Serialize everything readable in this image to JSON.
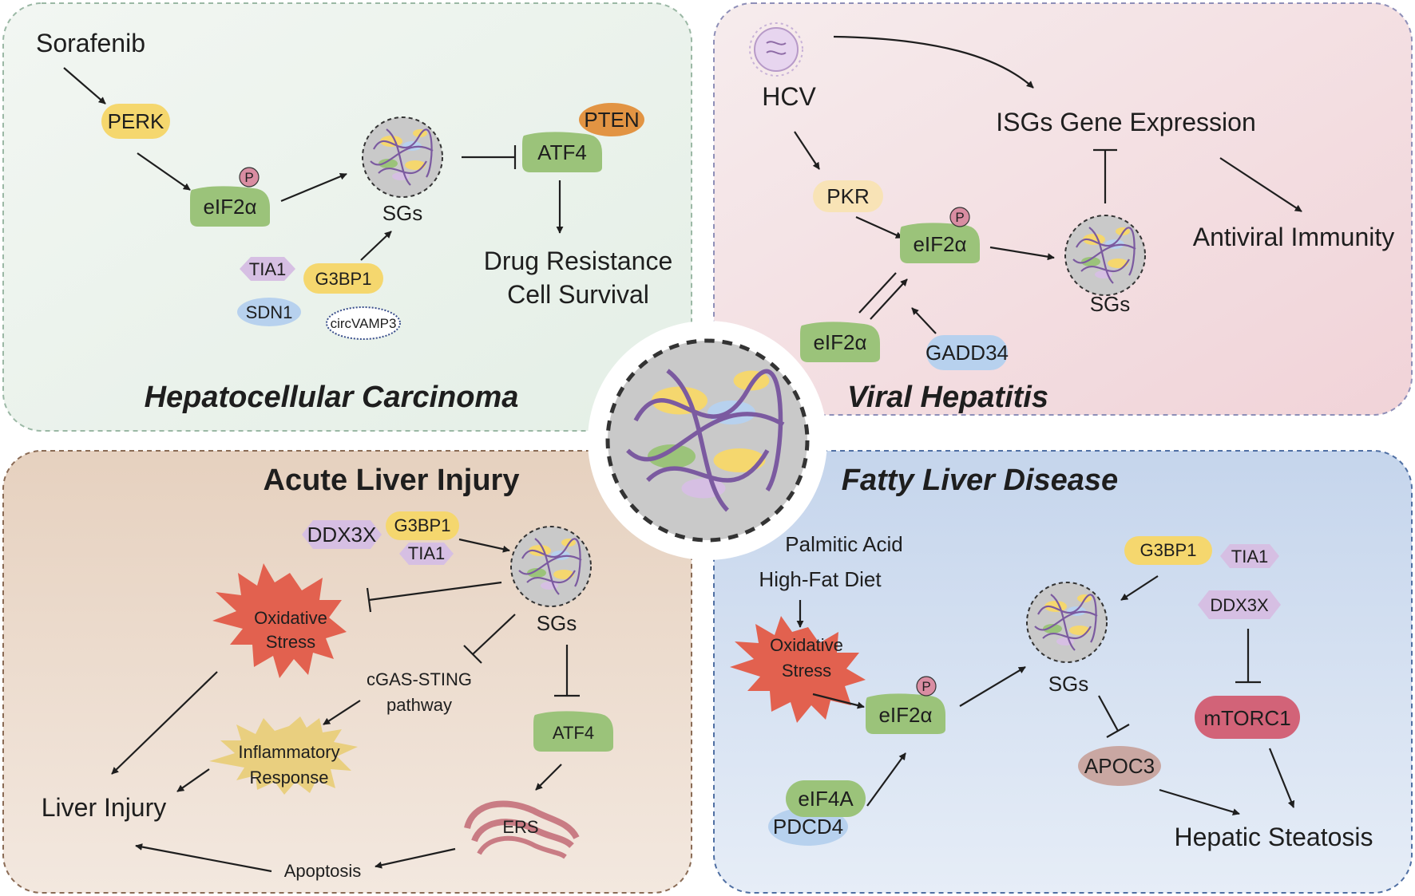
{
  "panels": {
    "hcc": {
      "title": "Hepatocellular Carcinoma",
      "sorafenib": "Sorafenib",
      "perk": "PERK",
      "eif2a": "eIF2α",
      "p": "P",
      "sgs": "SGs",
      "atf4": "ATF4",
      "pten": "PTEN",
      "drug_resistance": "Drug Resistance",
      "cell_survival": "Cell Survival",
      "tia1": "TIA1",
      "g3bp1": "G3BP1",
      "sdn1": "SDN1",
      "circvamp3": "circVAMP3"
    },
    "vh": {
      "title": "Viral Hepatitis",
      "hcv": "HCV",
      "isgs": "ISGs Gene Expression",
      "antiviral": "Antiviral Immunity",
      "pkr": "PKR",
      "eif2a_p": "eIF2α",
      "p": "P",
      "sgs": "SGs",
      "eif2a": "eIF2α",
      "gadd34": "GADD34"
    },
    "ali": {
      "title": "Acute Liver Injury",
      "ddx3x": "DDX3X",
      "g3bp1": "G3BP1",
      "tia1": "TIA1",
      "sgs": "SGs",
      "oxidative1": "Oxidative",
      "oxidative2": "Stress",
      "cgas1": "cGAS-STING",
      "cgas2": "pathway",
      "atf4": "ATF4",
      "inflam1": "Inflammatory",
      "inflam2": "Response",
      "liver_injury": "Liver Injury",
      "ers": "ERS",
      "apoptosis": "Apoptosis"
    },
    "fld": {
      "title": "Fatty Liver Disease",
      "palmitic": "Palmitic Acid",
      "hfd": "High-Fat Diet",
      "oxidative1": "Oxidative",
      "oxidative2": "Stress",
      "eif2a": "eIF2α",
      "p": "P",
      "sgs": "SGs",
      "g3bp1": "G3BP1",
      "tia1": "TIA1",
      "ddx3x": "DDX3X",
      "mtorc1": "mTORC1",
      "apoc3": "APOC3",
      "eif4a": "eIF4A",
      "pdcd4": "PDCD4",
      "steatosis": "Hepatic Steatosis"
    }
  },
  "colors": {
    "hcc_bg": "#e8f1ea",
    "vh_bg": "#f3dde0",
    "ali_bg": "#eedccc",
    "fld_bg": "#cddaed",
    "green_protein": "#9bc37a",
    "yellow_protein": "#f5d76e",
    "orange_protein": "#e29443",
    "purple_protein": "#d6bfe3",
    "blue_protein": "#b7d1ee",
    "phospho": "#d98da2",
    "oxidative": "#e2614f",
    "inflammatory": "#e9cf7f",
    "mtorc1": "#d26378",
    "apoc3": "#c9a7a2",
    "granule": "#c9c9c9"
  }
}
